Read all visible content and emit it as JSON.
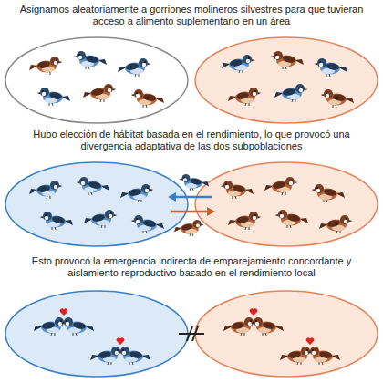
{
  "diagram": {
    "labels": [
      "Asignamos aleatoriamente a gorriones molineros silvestres para que tuvieran acceso a alimento suplementario en un área",
      "Hubo elección de hábitat basada en el rendimiento, lo que provocó una divergencia adaptativa de las dos subpoblaciones",
      "Esto provocó la emergencia indirecta de emparejamiento concordante y aislamiento reproductivo basado en el rendimiento local"
    ]
  }
}
